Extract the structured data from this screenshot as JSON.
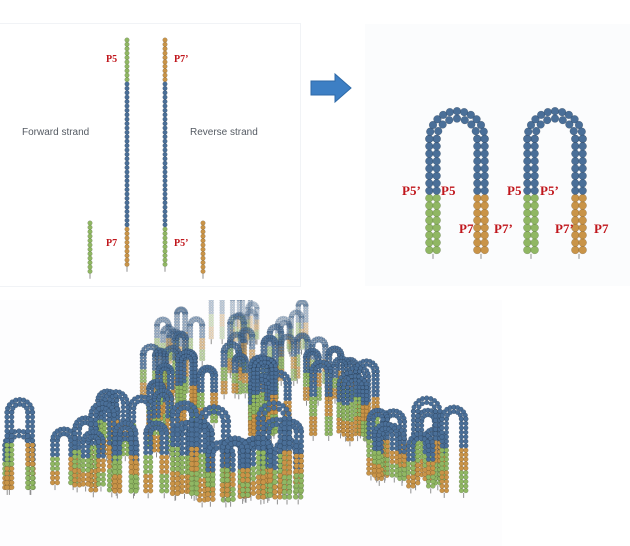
{
  "colors": {
    "blue": "#4a6f98",
    "green": "#90b763",
    "orange": "#c99448",
    "label_red": "#c0161c",
    "arrow": "#3d7fc4",
    "stem": "#8f8f8f"
  },
  "top_left": {
    "forward_label": "Forward strand",
    "reverse_label": "Reverse strand",
    "p5_top": "P5",
    "p7prime_top": "P7’",
    "p7_bottom": "P7",
    "p5prime_bottom": "P5’"
  },
  "arrow": {
    "icon": "right-arrow-icon"
  },
  "top_right": {
    "left_bridge": {
      "left_top": "P5’",
      "right_top": "P5",
      "left_bottom": "P7",
      "right_bottom": "P7’"
    },
    "right_bridge": {
      "left_top": "P5",
      "right_top": "P5’",
      "left_bottom": "P7’",
      "right_bottom": "P7"
    }
  },
  "bottom": {
    "description_icon": "bridge-cluster-illustration"
  }
}
